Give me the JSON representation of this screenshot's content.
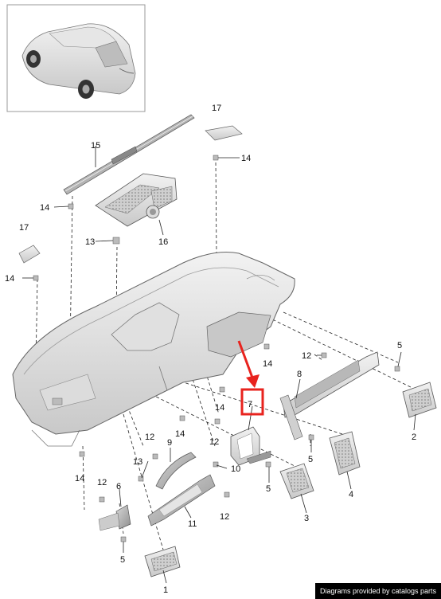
{
  "diagram": {
    "callouts": [
      {
        "id": "1",
        "text": "1"
      },
      {
        "id": "2",
        "text": "2"
      },
      {
        "id": "3",
        "text": "3"
      },
      {
        "id": "4",
        "text": "4"
      },
      {
        "id": "5a",
        "text": "5"
      },
      {
        "id": "5b",
        "text": "5"
      },
      {
        "id": "5c",
        "text": "5"
      },
      {
        "id": "5d",
        "text": "5"
      },
      {
        "id": "6",
        "text": "6"
      },
      {
        "id": "7",
        "text": "7"
      },
      {
        "id": "8",
        "text": "8"
      },
      {
        "id": "9",
        "text": "9"
      },
      {
        "id": "10",
        "text": "10"
      },
      {
        "id": "11",
        "text": "11"
      },
      {
        "id": "12a",
        "text": "12"
      },
      {
        "id": "12b",
        "text": "12"
      },
      {
        "id": "12c",
        "text": "12"
      },
      {
        "id": "12d",
        "text": "12"
      },
      {
        "id": "12e",
        "text": "12"
      },
      {
        "id": "13a",
        "text": "13"
      },
      {
        "id": "13b",
        "text": "13"
      },
      {
        "id": "14a",
        "text": "14"
      },
      {
        "id": "14b",
        "text": "14"
      },
      {
        "id": "14c",
        "text": "14"
      },
      {
        "id": "14d",
        "text": "14"
      },
      {
        "id": "14e",
        "text": "14"
      },
      {
        "id": "14f",
        "text": "14"
      },
      {
        "id": "14g",
        "text": "14"
      },
      {
        "id": "14h",
        "text": "14"
      },
      {
        "id": "15",
        "text": "15"
      },
      {
        "id": "16",
        "text": "16"
      },
      {
        "id": "17a",
        "text": "17"
      },
      {
        "id": "17b",
        "text": "17"
      }
    ],
    "highlighted_part": "7",
    "highlight_color": "#e8231e",
    "footer_text": "Diagrams provided by catalogs parts"
  }
}
